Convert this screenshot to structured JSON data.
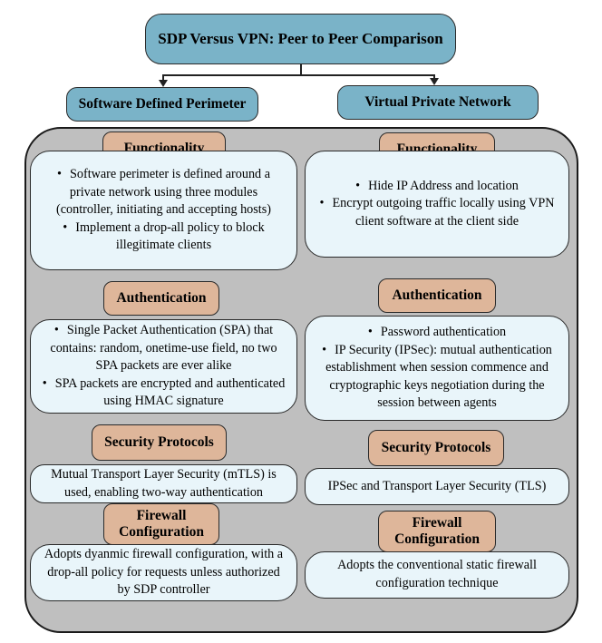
{
  "title": "SDP Versus VPN: Peer to Peer Comparison",
  "left": {
    "header": "Software Defined Perimeter",
    "functionality": {
      "label": "Functionality",
      "items": [
        "Software perimeter is defined around a private network using three modules (controller, initiating and accepting hosts)",
        "Implement a drop-all policy to block illegitimate clients"
      ]
    },
    "authentication": {
      "label": "Authentication",
      "items": [
        "Single Packet Authentication (SPA) that contains: random, onetime-use field, no two SPA packets are ever alike",
        "SPA packets are encrypted and authenticated using HMAC signature"
      ]
    },
    "security_protocols": {
      "label": "Security Protocols",
      "text": "Mutual Transport Layer Security (mTLS) is used, enabling two-way authentication"
    },
    "firewall": {
      "label_line1": "Firewall",
      "label_line2": "Configuration",
      "text": "Adopts dyanmic firewall configuration, with a drop-all policy for requests unless authorized by SDP controller"
    }
  },
  "right": {
    "header": "Virtual Private Network",
    "functionality": {
      "label": "Functionality",
      "items": [
        "Hide IP Address and location",
        "Encrypt outgoing traffic locally using VPN client software at the client side"
      ]
    },
    "authentication": {
      "label": "Authentication",
      "items": [
        "Password authentication",
        "IP Security (IPSec): mutual authentication establishment when session commence and cryptographic keys negotiation during the session between agents"
      ]
    },
    "security_protocols": {
      "label": "Security Protocols",
      "text": "IPSec and Transport Layer Security (TLS)"
    },
    "firewall": {
      "label_line1": "Firewall",
      "label_line2": "Configuration",
      "text": "Adopts the conventional static firewall configuration technique"
    }
  },
  "bullet_glyph": "•",
  "colors": {
    "header_fill": "#7ab3c8",
    "tag_fill": "#deb69a",
    "box_fill": "#e9f5fa",
    "panel_fill": "#bfbfbf"
  }
}
